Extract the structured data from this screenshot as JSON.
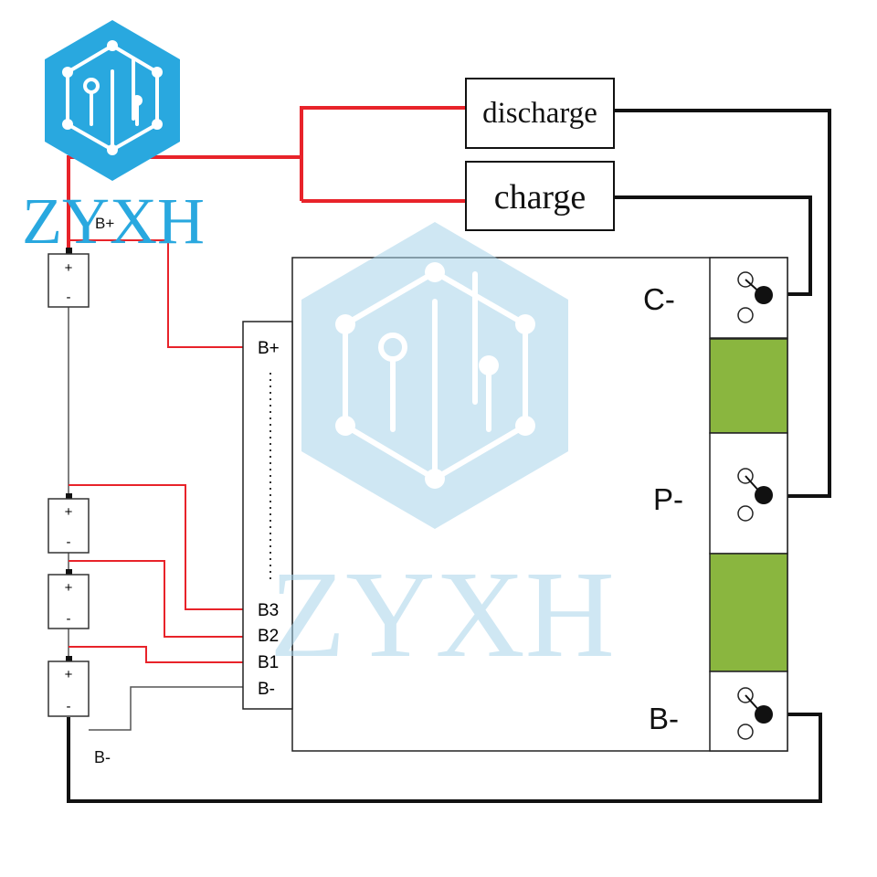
{
  "watermark": {
    "brand": "ZYXH",
    "logo_icon": "circuit-hexagon-icon",
    "logo_color": "#29a8df",
    "watermark_color": "#b9dcec"
  },
  "colors": {
    "red_wire": "#e8232a",
    "black_wire": "#111111",
    "thin_wire": "#555555",
    "mosfet_green": "#8ab63f"
  },
  "switches": {
    "discharge_label": "discharge",
    "charge_label": "charge"
  },
  "battery": {
    "plus_sign": "+",
    "minus_sign": "-",
    "top_label": "B+",
    "bottom_label": "B-"
  },
  "connector": {
    "pins": [
      "B+",
      "B3",
      "B2",
      "B1",
      "B-"
    ]
  },
  "terminals": {
    "c_minus": "C-",
    "p_minus": "P-",
    "b_minus": "B-"
  }
}
